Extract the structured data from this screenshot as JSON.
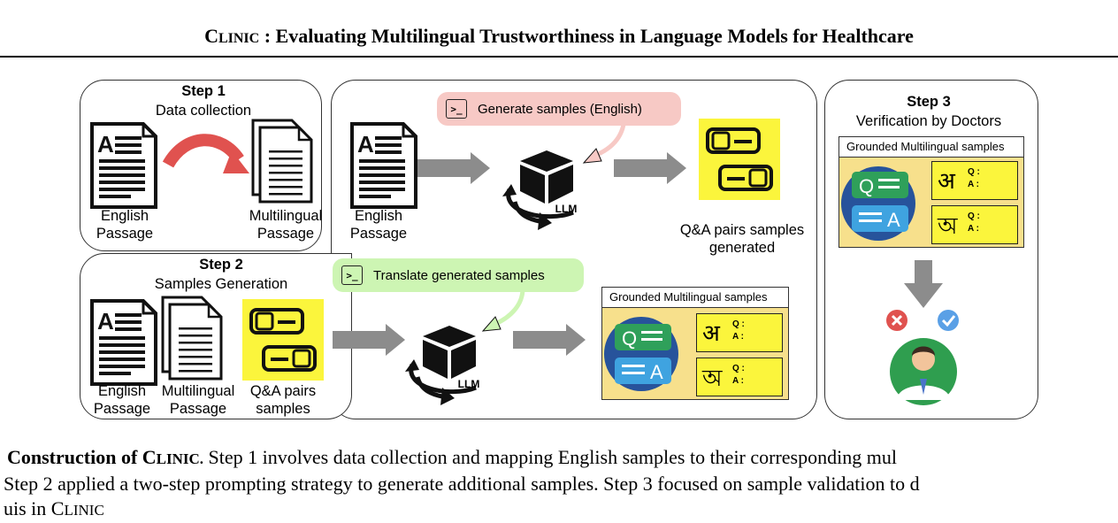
{
  "header": {
    "title_first": "C",
    "title_smallcaps": "LINIC",
    "title_rest": " : Evaluating Multilingual Trustworthiness in Language Models for Healthcare"
  },
  "step1": {
    "title": "Step 1",
    "subtitle": "Data collection",
    "english_label": "English\nPassage",
    "multilingual_label": "Multilingual\nPassage"
  },
  "generate": {
    "prompt_label": "Generate samples (English)",
    "english_label": "English\nPassage",
    "llm_label": "LLM",
    "qa_label": "Q&A pairs samples\ngenerated"
  },
  "step2": {
    "title": "Step 2",
    "subtitle": "Samples Generation",
    "english_label": "English\nPassage",
    "multilingual_label": "Multilingual\nPassage",
    "qa_label": "Q&A pairs\nsamples",
    "prompt_label": "Translate generated samples",
    "llm_label": "LLM",
    "grounded_title": "Grounded Multilingual samples"
  },
  "step3": {
    "title": "Step 3",
    "subtitle": "Verification by Doctors",
    "grounded_title": "Grounded Multilingual samples"
  },
  "glyphs": {
    "hindi": "अ",
    "bengali": "অ",
    "q_field": "Q :",
    "a_field": "A :",
    "q": "Q",
    "a": "A"
  },
  "colors": {
    "qa_yellow": "#fbf53c",
    "generate_pill": "#f7c9c5",
    "translate_pill": "#cdf5b3",
    "grounded_bg": "#f7e08c",
    "red_arrow": "#e0524f",
    "grey_arrow": "#8c8c8c"
  },
  "caption": {
    "prefix": "Construction of ",
    "name_first": "C",
    "name_smallcaps": "LINIC.",
    "line1_rest": " Step 1 involves data collection and mapping English samples to their corresponding mul",
    "line2": "Step 2 applied a two-step prompting strategy to generate additional samples. Step 3 focused on sample validation to d",
    "line3_start": "uis in C",
    "line3_smallcaps": "LINIC"
  }
}
